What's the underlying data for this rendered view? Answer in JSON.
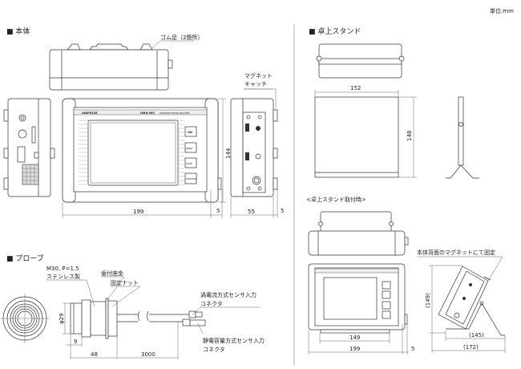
{
  "unit_label": "単位:mm",
  "sections": {
    "body": "■ 本体",
    "stand": "■ 卓上スタンド",
    "probe": "■ プローブ",
    "stand_mounted": "<卓上スタンド取付時>"
  },
  "body_view": {
    "rubber_feet": "ゴム足（2箇所）",
    "magnet_catch": [
      "マグネット",
      "キャッチ"
    ],
    "brand": "UNIPULSE",
    "model": "UMA-500",
    "model_desc": "PORTABLE MOTION ANALYZER",
    "buttons": [
      "ON",
      "ZERO",
      "SAVE",
      "START/STOP"
    ],
    "dims": {
      "width": "199",
      "protrusion": "5",
      "height": "144",
      "depth": "55",
      "depth_protrusion": "5"
    }
  },
  "stand_view": {
    "dims": {
      "width": "152",
      "height": "148"
    }
  },
  "stand_mounted_view": {
    "magnet_note": "本体背面のマグネットにて固定",
    "dims": {
      "stand_width": "149",
      "body_width": "199",
      "protrusion": "5",
      "height": "(149)",
      "base": "(145)",
      "depth": "(172)"
    }
  },
  "probe_view": {
    "thread": "M30, P=1.5",
    "material": "ステンレス製",
    "washer": "歯付座金",
    "nut": "固定ナット",
    "eddy_connector": [
      "渦電流方式センサ入力",
      "コネクタ"
    ],
    "cap_connector": [
      "静電容量方式センサ入力",
      "コネクタ"
    ],
    "dims": {
      "diameter": "φ29",
      "tip": "9",
      "length": "48",
      "cable": "3000"
    }
  }
}
